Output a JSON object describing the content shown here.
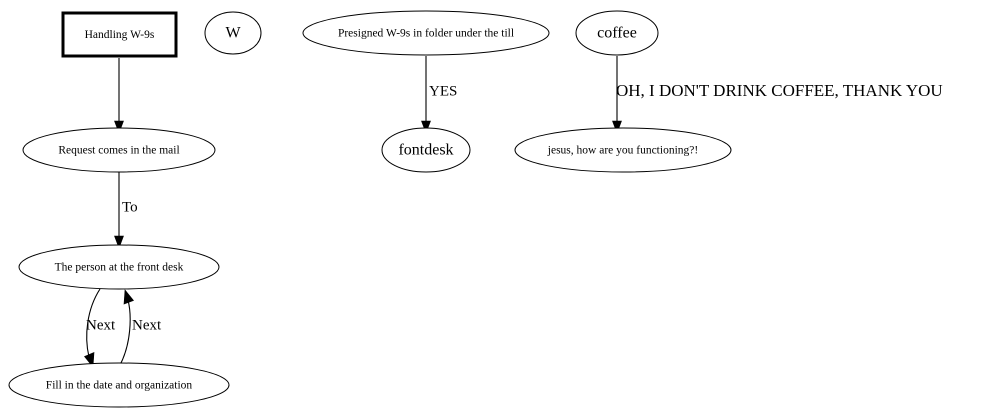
{
  "diagram": {
    "type": "flowchart",
    "background_color": "#ffffff",
    "stroke_color": "#000000",
    "nodes": [
      {
        "id": "handling-w9s",
        "label": "Handling W-9s",
        "shape": "box",
        "emphasis": "bold-border"
      },
      {
        "id": "w",
        "label": "W",
        "shape": "ellipse",
        "emphasis": "large-text"
      },
      {
        "id": "presigned",
        "label": "Presigned W-9s in folder under the till",
        "shape": "ellipse",
        "emphasis": "none"
      },
      {
        "id": "coffee",
        "label": "coffee",
        "shape": "ellipse",
        "emphasis": "large-text"
      },
      {
        "id": "request-mail",
        "label": "Request comes in the mail",
        "shape": "ellipse",
        "emphasis": "none"
      },
      {
        "id": "fontdesk",
        "label": "fontdesk",
        "shape": "ellipse",
        "emphasis": "large-text"
      },
      {
        "id": "jesus",
        "label": "jesus, how are you functioning?!",
        "shape": "ellipse",
        "emphasis": "none"
      },
      {
        "id": "front-desk",
        "label": "The person at the front desk",
        "shape": "ellipse",
        "emphasis": "none"
      },
      {
        "id": "fill-date",
        "label": "Fill in the date and organization",
        "shape": "ellipse",
        "emphasis": "none"
      }
    ],
    "edges": [
      {
        "id": "e1",
        "from": "handling-w9s",
        "to": "request-mail",
        "label": ""
      },
      {
        "id": "e2",
        "from": "request-mail",
        "to": "front-desk",
        "label": "To"
      },
      {
        "id": "e3",
        "from": "front-desk",
        "to": "fill-date",
        "label": "Next"
      },
      {
        "id": "e4",
        "from": "fill-date",
        "to": "front-desk",
        "label": "Next"
      },
      {
        "id": "e5",
        "from": "presigned",
        "to": "fontdesk",
        "label": "YES"
      },
      {
        "id": "e6",
        "from": "coffee",
        "to": "jesus",
        "label": "OH, I DON'T DRINK COFFEE, THANK YOU"
      }
    ]
  }
}
